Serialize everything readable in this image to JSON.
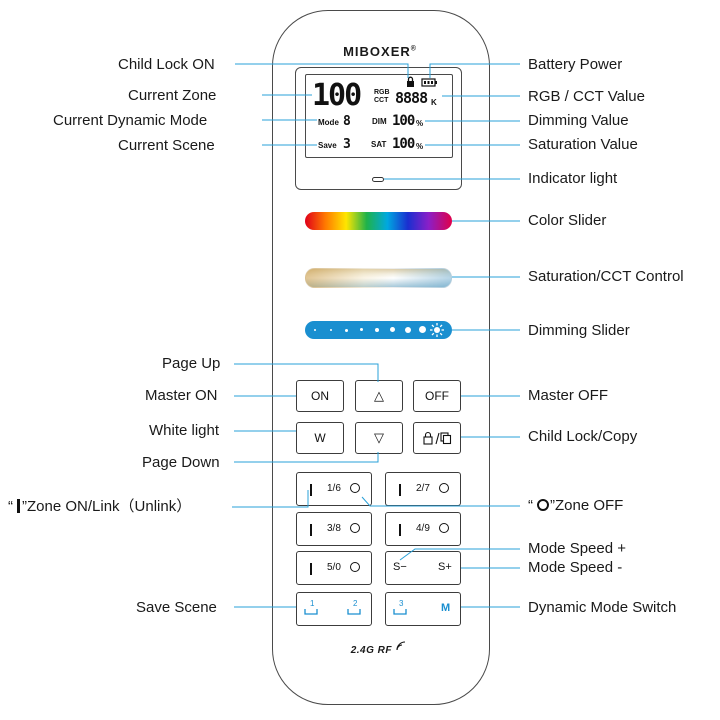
{
  "remote": {
    "brand": "MIBOXER",
    "brand_mark": "®",
    "lcd": {
      "zone": "100",
      "rgb_label": "RGB",
      "cct_label": "CCT",
      "value_digits": "8888",
      "value_unit": "K",
      "mode_label": "Mode",
      "mode_value": "8",
      "save_label": "Save",
      "save_value": "3",
      "dim_label": "DIM",
      "dim_value": "100",
      "dim_unit": "%",
      "sat_label": "SAT",
      "sat_value": "100",
      "sat_unit": "%"
    },
    "buttons": {
      "on": "ON",
      "up": "△",
      "off": "OFF",
      "w": "W",
      "down": "▽",
      "lock": "🔒/⧉",
      "s_minus": "S−",
      "s_plus": "S+",
      "save1": "1",
      "save2": "2",
      "save3": "3",
      "m": "M"
    },
    "zones": [
      "1/6",
      "2/7",
      "3/8",
      "4/9",
      "5/0"
    ],
    "rf_text": "2.4G RF"
  },
  "labels": {
    "child_lock_on": "Child Lock ON",
    "current_zone": "Current Zone",
    "current_dynamic_mode": "Current Dynamic Mode",
    "current_scene": "Current Scene",
    "battery_power": "Battery Power",
    "rgb_cct_value": "RGB / CCT Value",
    "dimming_value": "Dimming Value",
    "saturation_value": "Saturation Value",
    "indicator_light": "Indicator light",
    "color_slider": "Color Slider",
    "saturation_cct_control": "Saturation/CCT Control",
    "dimming_slider": "Dimming Slider",
    "page_up": "Page Up",
    "master_on": "Master ON",
    "master_off": "Master OFF",
    "white_light": "White light",
    "child_lock_copy": "Child Lock/Copy",
    "page_down": "Page Down",
    "zone_on_link_prefix": "“",
    "zone_on_link": "”Zone ON/Link（Unlink）",
    "zone_off_prefix": "“",
    "zone_off": "”Zone OFF",
    "mode_speed_plus": "Mode Speed +",
    "mode_speed_minus": "Mode Speed -",
    "save_scene": "Save Scene",
    "dynamic_mode_switch": "Dynamic Mode Switch"
  },
  "colors": {
    "leader_line": "#29a0d8",
    "outline": "#3c3c3c",
    "dim_slider": "#1a8fd0",
    "save_scene_icon": "#1a8fd0"
  }
}
